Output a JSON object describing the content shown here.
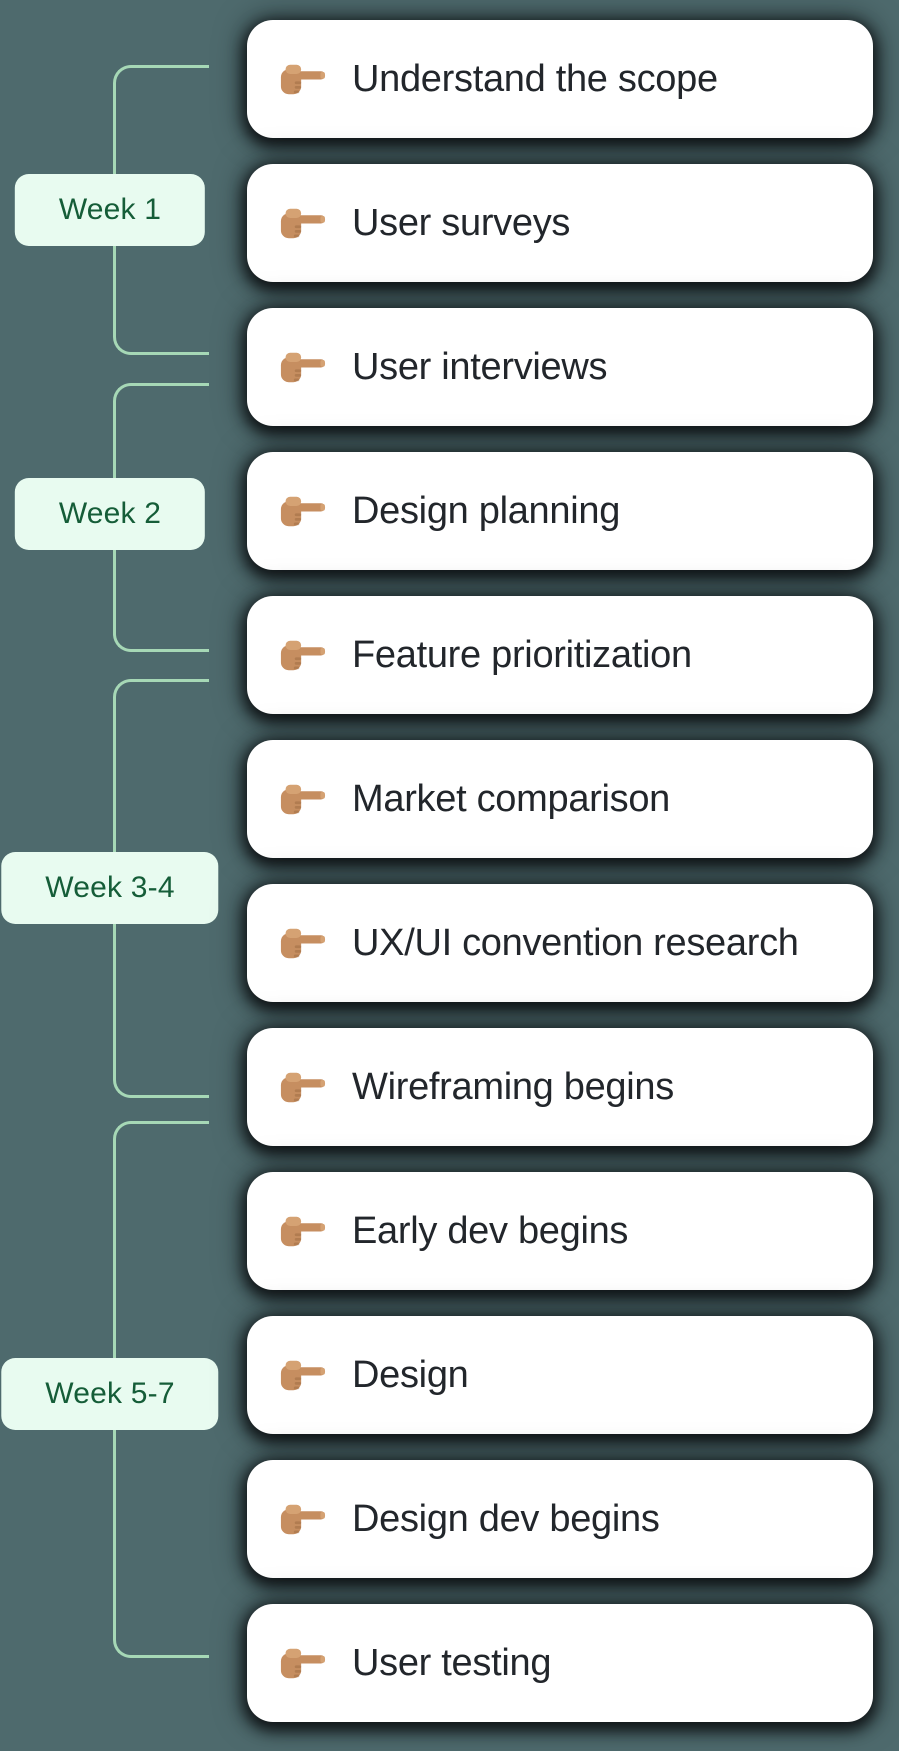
{
  "diagram": {
    "background_color": "#4e6a6d",
    "bracket_line_color": "#a6d8b6",
    "week_label_bg_color": "#e8fbf0",
    "week_label_text_color": "#155d38",
    "card_bg_color": "#ffffff",
    "card_text_color": "#22262b",
    "card_icon": "backhand-index-pointing-right",
    "icon_colors": {
      "base": "#c68e60",
      "shade": "#9d6b42",
      "light": "#d5a273"
    }
  },
  "weeks": [
    {
      "label": "Week 1",
      "spans_task_rows": [
        1,
        3
      ]
    },
    {
      "label": "Week 2",
      "spans_task_rows": [
        3,
        5
      ]
    },
    {
      "label": "Week 3-4",
      "spans_task_rows": [
        5,
        8
      ]
    },
    {
      "label": "Week 5-7",
      "spans_task_rows": [
        8,
        12
      ]
    }
  ],
  "tasks": [
    {
      "label": "Understand the scope"
    },
    {
      "label": "User surveys"
    },
    {
      "label": "User interviews"
    },
    {
      "label": "Design planning"
    },
    {
      "label": "Feature prioritization"
    },
    {
      "label": "Market comparison"
    },
    {
      "label": "UX/UI convention research"
    },
    {
      "label": "Wireframing begins"
    },
    {
      "label": "Early dev begins"
    },
    {
      "label": "Design"
    },
    {
      "label": "Design dev begins"
    },
    {
      "label": "User testing"
    }
  ]
}
